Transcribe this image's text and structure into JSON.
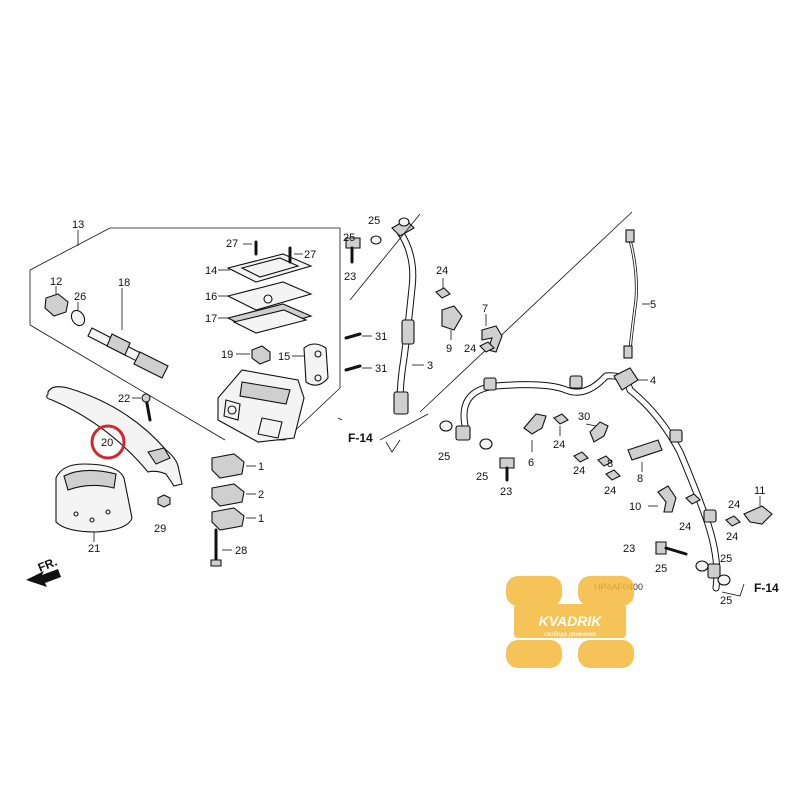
{
  "callouts": {
    "c1a": "1",
    "c1b": "1",
    "c2": "2",
    "c3": "3",
    "c4": "4",
    "c5": "5",
    "c6": "6",
    "c7": "7",
    "c8a": "8",
    "c8b": "8",
    "c9": "9",
    "c10": "10",
    "c11": "11",
    "c12": "12",
    "c13": "13",
    "c14": "14",
    "c15": "15",
    "c16": "16",
    "c17": "17",
    "c18": "18",
    "c19": "19",
    "c20": "20",
    "c21": "21",
    "c22": "22",
    "c23a": "23",
    "c23b": "23",
    "c23c": "23",
    "c24a": "24",
    "c24b": "24",
    "c24c": "24",
    "c24d": "24",
    "c24e": "24",
    "c24f": "24",
    "c24g": "24",
    "c24h": "24",
    "c25a": "25",
    "c25b": "25",
    "c25c": "25",
    "c25d": "25",
    "c25e": "25",
    "c25f": "25",
    "c25g": "25",
    "c26": "26",
    "c27a": "27",
    "c27b": "27",
    "c28": "28",
    "c29": "29",
    "c30": "30",
    "c31a": "31",
    "c31b": "31"
  },
  "references": {
    "f14_left": "F-14",
    "f14_right": "F-14",
    "front": "FR."
  },
  "diagram_code": "HP4AF0400",
  "watermark": {
    "brand": "KVADRIK",
    "tagline": "свобода движения"
  },
  "highlight": {
    "part": "20",
    "color": "#d0282e"
  }
}
